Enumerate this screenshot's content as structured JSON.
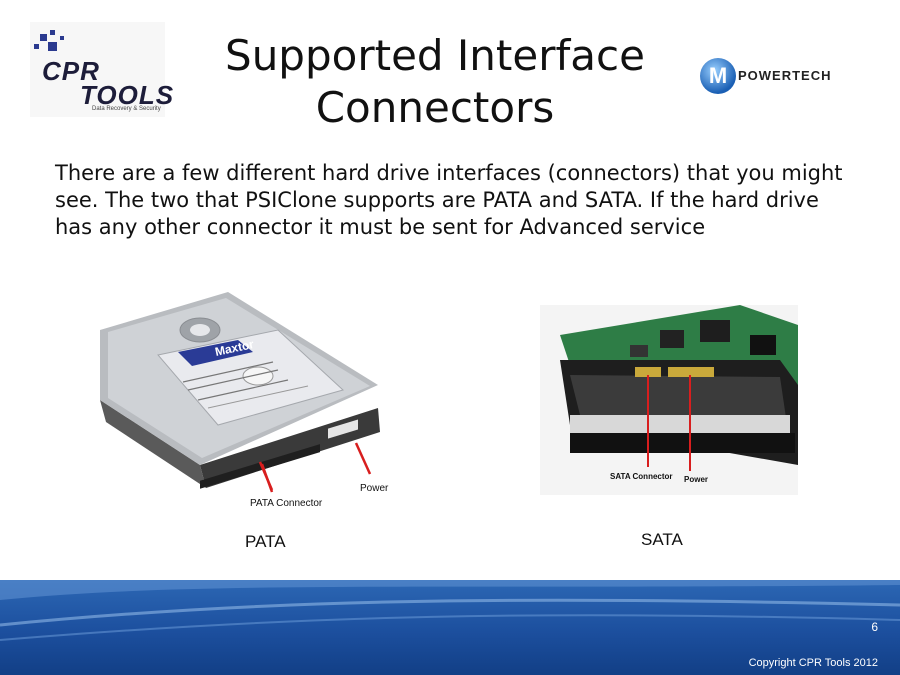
{
  "title": {
    "line1": "Supported Interface",
    "line2": "Connectors"
  },
  "logos": {
    "left": {
      "line1": "CPR",
      "line2": "TOOLS",
      "subtitle": "Data Recovery & Security"
    },
    "right": {
      "mark": "M",
      "text": "POWERTECH"
    }
  },
  "body": {
    "paragraph": "There are a few different hard drive interfaces (connectors) that you might see.  The two that PSIClone supports are PATA and SATA.  If the hard drive has any other connector it must be sent for Advanced service"
  },
  "pata": {
    "drive_label": "Maxtor",
    "connector_label": "PATA Connector",
    "power_label": "Power",
    "caption": "PATA"
  },
  "sata": {
    "connector_label": "SATA Connector",
    "power_label": "Power",
    "caption": "SATA"
  },
  "footer": {
    "page_number": "6",
    "copyright": "Copyright CPR Tools 2012"
  },
  "colors": {
    "footer_blue": "#1c4f9e",
    "pointer_red": "#d81e1e"
  }
}
